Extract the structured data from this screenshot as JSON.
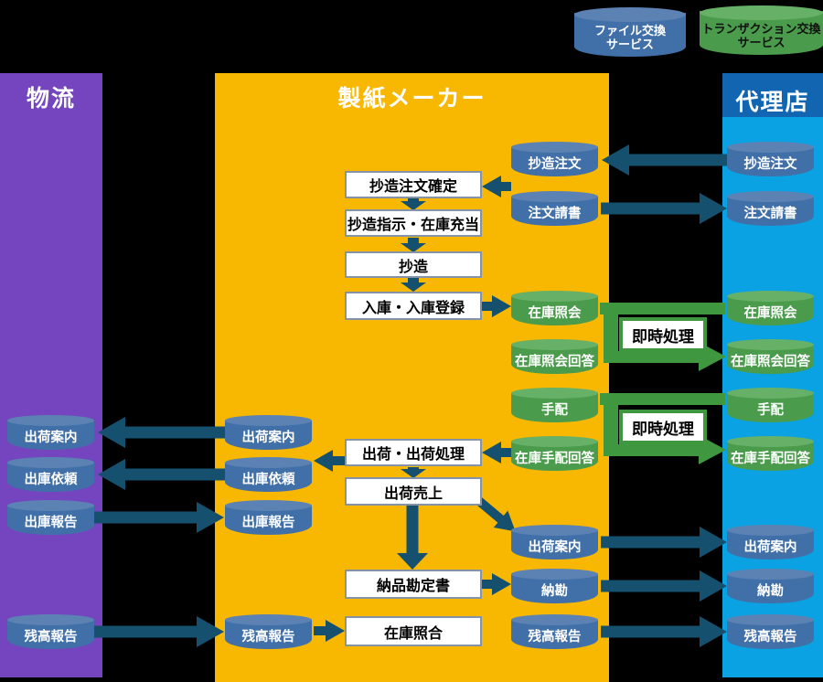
{
  "services": {
    "file": {
      "line1": "ファイル交換",
      "line2": "サービス"
    },
    "transaction": {
      "line1": "トランザクション交換",
      "line2": "サービス"
    }
  },
  "instant": {
    "label": "即時処理"
  },
  "columns": {
    "logistics": {
      "title": "物流",
      "cylinders": [
        {
          "label": "出荷案内",
          "type": "file"
        },
        {
          "label": "出庫依頼",
          "type": "file"
        },
        {
          "label": "出庫報告",
          "type": "file"
        },
        {
          "label": "残高報告",
          "type": "file"
        }
      ]
    },
    "manufacturer": {
      "title": "製紙メーカー",
      "process_boxes": [
        {
          "label": "抄造注文確定"
        },
        {
          "label": "抄造指示・在庫充当"
        },
        {
          "label": "抄造"
        },
        {
          "label": "入庫・入庫登録"
        },
        {
          "label": "出荷・出荷処理"
        },
        {
          "label": "出荷売上"
        },
        {
          "label": "納品勘定書"
        },
        {
          "label": "在庫照合"
        }
      ],
      "left_cylinders": [
        {
          "label": "出荷案内",
          "type": "file"
        },
        {
          "label": "出庫依頼",
          "type": "file"
        },
        {
          "label": "出庫報告",
          "type": "file"
        },
        {
          "label": "残高報告",
          "type": "file"
        }
      ],
      "right_cylinders": [
        {
          "label": "抄造注文",
          "type": "file"
        },
        {
          "label": "注文請書",
          "type": "file"
        },
        {
          "label": "在庫照会",
          "type": "transaction"
        },
        {
          "label": "在庫照会回答",
          "type": "transaction"
        },
        {
          "label": "手配",
          "type": "transaction"
        },
        {
          "label": "在庫手配回答",
          "type": "transaction"
        },
        {
          "label": "出荷案内",
          "type": "file"
        },
        {
          "label": "納勘",
          "type": "file"
        },
        {
          "label": "残高報告",
          "type": "file"
        }
      ]
    },
    "agency": {
      "title": "代理店",
      "cylinders": [
        {
          "label": "抄造注文",
          "type": "file"
        },
        {
          "label": "注文請書",
          "type": "file"
        },
        {
          "label": "在庫照会",
          "type": "transaction"
        },
        {
          "label": "在庫照会回答",
          "type": "transaction"
        },
        {
          "label": "手配",
          "type": "transaction"
        },
        {
          "label": "在庫手配回答",
          "type": "transaction"
        },
        {
          "label": "出荷案内",
          "type": "file"
        },
        {
          "label": "納勘",
          "type": "file"
        },
        {
          "label": "残高報告",
          "type": "file"
        }
      ]
    }
  },
  "colors": {
    "background": "#000000",
    "logistics_column": "#7445BE",
    "manufacturer_column": "#F8B700",
    "agency_column": "#0AA2E2",
    "agency_header": "#1265B0",
    "file_cylinder": "#4170A8",
    "transaction_cylinder": "#4A9B4B",
    "arrow": "#15506E",
    "instant_green": "#3F9840"
  }
}
